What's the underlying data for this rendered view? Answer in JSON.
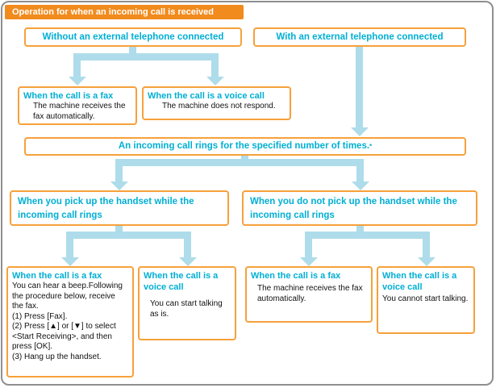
{
  "colors": {
    "accent_orange": "#F28B1E",
    "box_border_orange": "#F6A13B",
    "title_cyan": "#00AFD4",
    "arrow_blue": "#AEDCEA"
  },
  "header": {
    "title": "Operation for when an incoming call is received"
  },
  "flow": {
    "no_ext": {
      "title": "Without an external telephone connected"
    },
    "ext": {
      "title": "With an external telephone connected"
    },
    "no_ext_fax": {
      "title": "When the call is a fax",
      "body": "The machine receives the fax automatically."
    },
    "no_ext_voice": {
      "title": "When the call is a voice call",
      "body": "The machine does not respond."
    },
    "rings": {
      "title": "An incoming call rings for the specified number of times.",
      "footnote_mark": "*"
    },
    "pickup": {
      "title": "When you pick up the handset while the incoming call rings"
    },
    "no_pickup": {
      "title": "When you do not pick up the handset while the incoming call rings"
    },
    "pickup_fax": {
      "title": "When the call is a fax",
      "body": "You can hear a beep.Following the procedure below, receive the fax.\n(1) Press [Fax].\n(2) Press [▲] or [▼] to select <Start Receiving>, and then press [OK].\n(3) Hang up the handset."
    },
    "pickup_voice": {
      "title": "When the call is a voice call",
      "body": "You can start talking as is."
    },
    "no_pickup_fax": {
      "title": "When the call is a fax",
      "body": "The machine receives the fax automatically."
    },
    "no_pickup_voice": {
      "title": "When the call is a voice call",
      "body": "You cannot start talking."
    }
  }
}
